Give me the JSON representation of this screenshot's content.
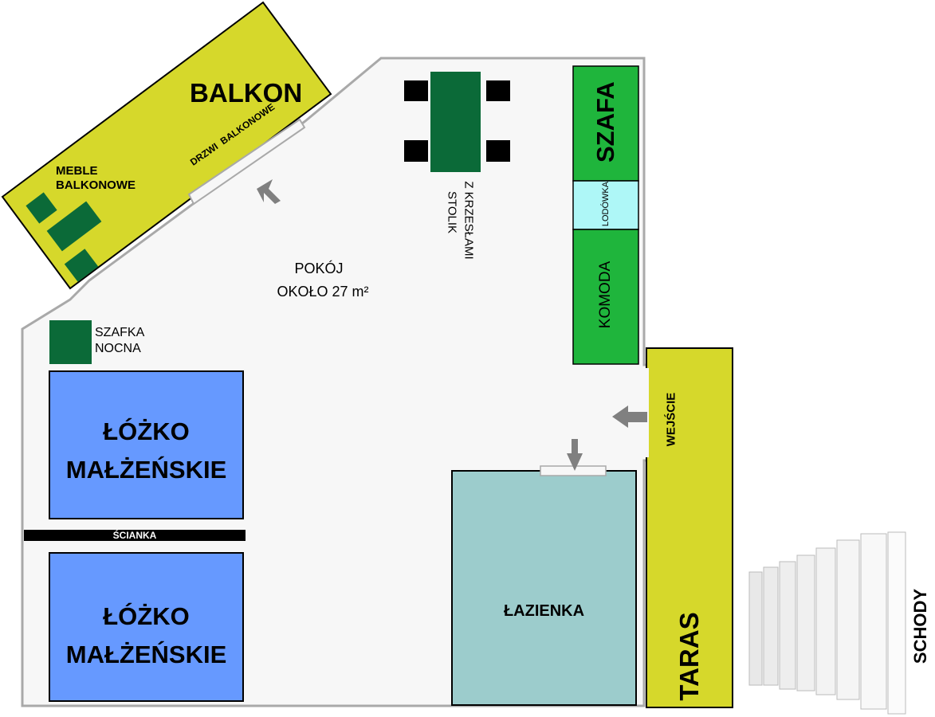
{
  "colors": {
    "floor": "#f7f7f7",
    "wall": "#a9a9a9",
    "balcony": "#d6d82b",
    "dark_green": "#0b6a38",
    "bright_green": "#1fb53c",
    "fridge": "#aef7f7",
    "bed": "#6699ff",
    "bathroom": "#9ccccc",
    "arrow": "#808080",
    "black": "#000000"
  },
  "labels": {
    "balkon": "BALKON",
    "meble_balkonowe_1": "MEBLE",
    "meble_balkonowe_2": "BALKONOWE",
    "drzwi_balkonowe": "DRZWI  BALKONOWE",
    "stolik_1": "STOLIK",
    "stolik_2": "Z KRZESŁAMI",
    "pokoj_1": "POKÓJ",
    "pokoj_2": "OKOŁO 27 m²",
    "szafa": "SZAFA",
    "lodowka": "LODÓWKA",
    "komoda": "KOMODA",
    "szafka_nocna_1": "SZAFKA",
    "szafka_nocna_2": "NOCNA",
    "lozko_1_line1": "ŁÓŻKO",
    "lozko_1_line2": "MAŁŻEŃSKIE",
    "scianka": "ŚCIANKA",
    "lozko_2_line1": "ŁÓŻKO",
    "lozko_2_line2": "MAŁŻEŃSKIE",
    "wejscie": "WEJŚCIE",
    "lazienka": "ŁAZIENKA",
    "taras": "TARAS",
    "schody": "SCHODY"
  },
  "icons": {
    "door_arrow": "arrow-icon",
    "stairs": "stairs-icon",
    "chair": "chair-icon"
  }
}
